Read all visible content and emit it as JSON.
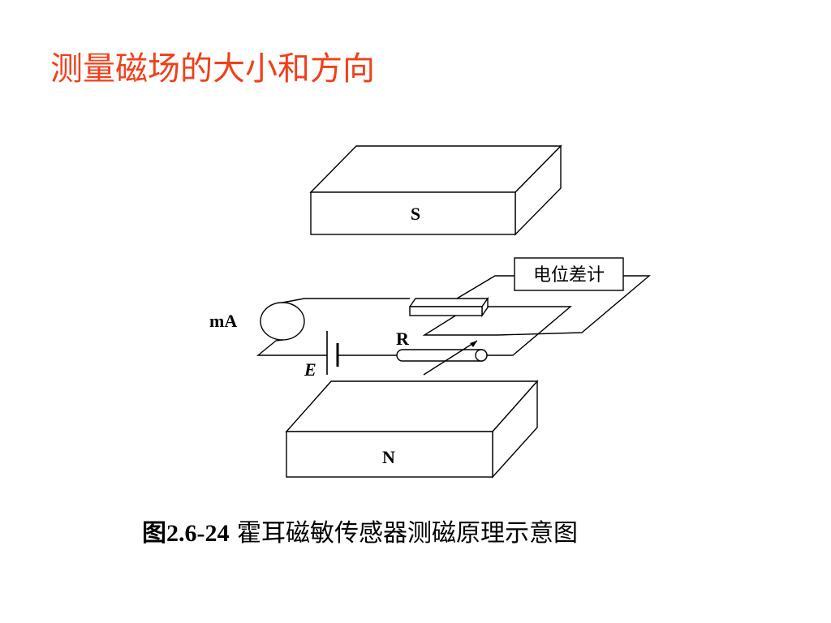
{
  "slide": {
    "title": "测量磁场的大小和方向",
    "title_color": "#f0401a"
  },
  "diagram": {
    "magnet_top_label": "S",
    "magnet_bottom_label": "N",
    "meter_label": "mA",
    "battery_label": "E",
    "resistor_label": "R",
    "potentiometer_label": "电位差计"
  },
  "caption": {
    "number": "图2.6-24",
    "text": "霍耳磁敏传感器测磁原理示意图"
  }
}
